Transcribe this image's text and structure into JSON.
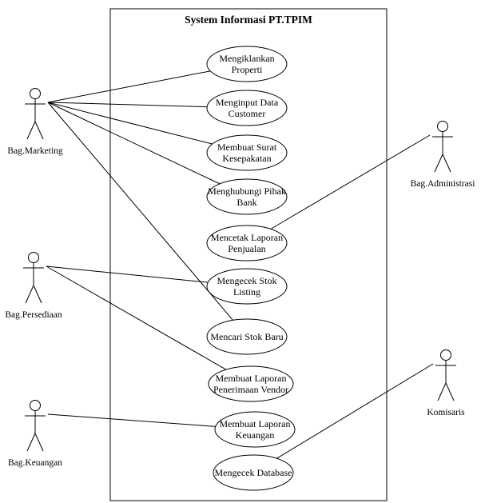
{
  "system": {
    "title": "System Informasi PT.TPIM"
  },
  "actors": [
    {
      "id": "marketing",
      "label": "Bag.Marketing"
    },
    {
      "id": "persediaan",
      "label": "Bag.Persediaan"
    },
    {
      "id": "keuangan",
      "label": "Bag.Keuangan"
    },
    {
      "id": "administrasi",
      "label": "Bag.Administrasi"
    },
    {
      "id": "komisaris",
      "label": "Komisaris"
    }
  ],
  "use_cases": [
    {
      "id": "uc1",
      "lines": [
        "Mengiklankan",
        "Properti"
      ]
    },
    {
      "id": "uc2",
      "lines": [
        "Menginput Data",
        "Customer"
      ]
    },
    {
      "id": "uc3",
      "lines": [
        "Membuat Surat",
        "Kesepakatan"
      ]
    },
    {
      "id": "uc4",
      "lines": [
        "Menghubungi Pihak",
        "Bank"
      ]
    },
    {
      "id": "uc5",
      "lines": [
        "Mencetak Laporan",
        "Penjualan"
      ]
    },
    {
      "id": "uc6",
      "lines": [
        "Mengecek Stok",
        "Listing"
      ]
    },
    {
      "id": "uc7",
      "lines": [
        "Mencari Stok Baru"
      ]
    },
    {
      "id": "uc8",
      "lines": [
        "Membuat Laporan",
        "Penerimaan Vendor"
      ]
    },
    {
      "id": "uc9",
      "lines": [
        "Membuat Laporan",
        "Keuangan"
      ]
    },
    {
      "id": "uc10",
      "lines": [
        "Mengecek Database"
      ]
    }
  ],
  "associations": [
    [
      "marketing",
      "uc1"
    ],
    [
      "marketing",
      "uc2"
    ],
    [
      "marketing",
      "uc3"
    ],
    [
      "marketing",
      "uc4"
    ],
    [
      "marketing",
      "uc7"
    ],
    [
      "persediaan",
      "uc6"
    ],
    [
      "persediaan",
      "uc8"
    ],
    [
      "keuangan",
      "uc9"
    ],
    [
      "administrasi",
      "uc5"
    ],
    [
      "komisaris",
      "uc10"
    ]
  ]
}
